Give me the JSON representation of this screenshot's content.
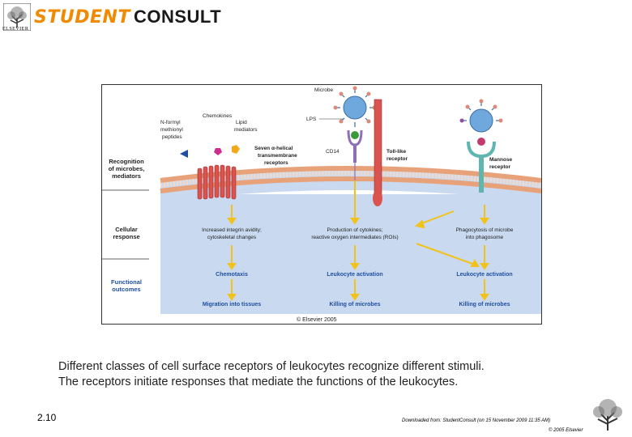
{
  "header": {
    "brand_part1": "STUDENT",
    "brand_part2": "CONSULT",
    "publisher_small": "ELSEVIER"
  },
  "figure": {
    "row_labels": [
      [
        "Recognition",
        "of microbes,",
        "mediators"
      ],
      [
        "Cellular",
        "response"
      ],
      [
        "Functional",
        "outcomes"
      ]
    ],
    "microbe_label": "Microbe",
    "lps_label": "LPS",
    "cd14_label": "CD14",
    "chemokines_label": "Chemokines",
    "n_formyl_label": [
      "N-formyl",
      "methionyl",
      "peptides"
    ],
    "lipid_label": [
      "Lipid",
      "mediators"
    ],
    "seven_helical_label": [
      "Seven α-helical",
      "transmembrane",
      "receptors"
    ],
    "toll_label": [
      "Toll-like",
      "receptor"
    ],
    "mannose_label": [
      "Mannose",
      "receptor"
    ],
    "response_integrin": [
      "Increased integrin avidity;",
      "cytoskeletal changes"
    ],
    "response_cytokines": [
      "Production of cytokines;",
      "reactive oxygen intermediates (ROIs)"
    ],
    "response_phago": [
      "Phagocytosis of microbe",
      "into phagosome"
    ],
    "outcome_chemotaxis": "Chemotaxis",
    "outcome_leuk1": "Leukocyte activation",
    "outcome_leuk2": "Leukocyte activation",
    "outcome_migration": "Migration into tissues",
    "outcome_killing1": "Killing of microbes",
    "outcome_killing2": "Killing of microbes",
    "figure_copyright": "© Elsevier 2005"
  },
  "caption": {
    "line1": "Different classes of cell surface receptors of leukocytes recognize different stimuli.",
    "line2": "The receptors initiate responses that mediate the functions of the leukocytes."
  },
  "footer": {
    "slide_number": "2.10",
    "downloaded": "Downloaded from: StudentConsult (on 15 November 2009 11:35 AM)",
    "copyright": "© 2005 Elsevier"
  },
  "colors": {
    "brand_orange": "#f08a00",
    "cytoplasm": "#c9daf0",
    "membrane": "#e8a27a",
    "outcome_blue": "#1f4fa0",
    "arrow_yellow": "#f2c21b"
  }
}
